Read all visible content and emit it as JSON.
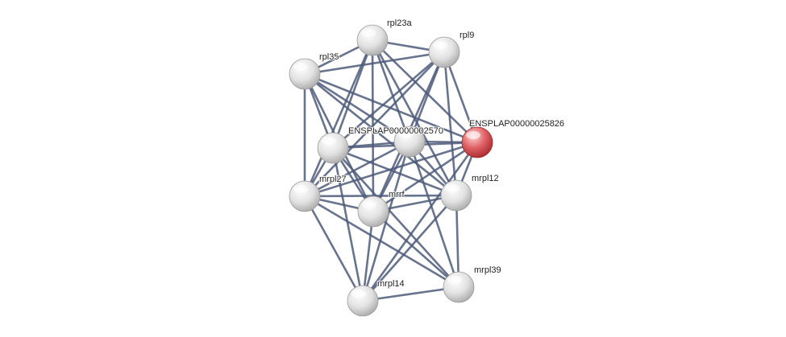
{
  "network": {
    "colors": {
      "edge": "#4e5a7a",
      "node_default": "#d8d8d8",
      "node_query": "#d9555b"
    },
    "nodes": [
      {
        "id": "rpl23a",
        "label": "rpl23a",
        "query": false
      },
      {
        "id": "rpl9",
        "label": "rpl9",
        "query": false
      },
      {
        "id": "rpl35",
        "label": "rpl35",
        "query": false
      },
      {
        "id": "ENSPLAP00000025826",
        "label": "ENSPLAP00000025826",
        "query": true
      },
      {
        "id": "ENSPLAP00000002570",
        "label": "ENSPLAP00000002570",
        "query": false
      },
      {
        "id": "mrpl27_hub",
        "label": "",
        "query": false
      },
      {
        "id": "mrpl27",
        "label": "mrpl27",
        "query": false
      },
      {
        "id": "mrrf",
        "label": "mrrf",
        "query": false
      },
      {
        "id": "mrpl12",
        "label": "mrpl12",
        "query": false
      },
      {
        "id": "mrpl39",
        "label": "mrpl39",
        "query": false
      },
      {
        "id": "mrpl14",
        "label": "mrpl14",
        "query": false
      }
    ],
    "edges": [
      [
        "rpl23a",
        "rpl9"
      ],
      [
        "rpl23a",
        "rpl35"
      ],
      [
        "rpl23a",
        "ENSPLAP00000025826"
      ],
      [
        "rpl23a",
        "ENSPLAP00000002570"
      ],
      [
        "rpl23a",
        "mrpl27_hub"
      ],
      [
        "rpl23a",
        "mrpl27"
      ],
      [
        "rpl23a",
        "mrrf"
      ],
      [
        "rpl23a",
        "mrpl12"
      ],
      [
        "rpl9",
        "rpl35"
      ],
      [
        "rpl9",
        "ENSPLAP00000025826"
      ],
      [
        "rpl9",
        "ENSPLAP00000002570"
      ],
      [
        "rpl9",
        "mrpl27_hub"
      ],
      [
        "rpl9",
        "mrpl27"
      ],
      [
        "rpl9",
        "mrrf"
      ],
      [
        "rpl9",
        "mrpl12"
      ],
      [
        "rpl35",
        "ENSPLAP00000025826"
      ],
      [
        "rpl35",
        "ENSPLAP00000002570"
      ],
      [
        "rpl35",
        "mrpl27_hub"
      ],
      [
        "rpl35",
        "mrpl27"
      ],
      [
        "rpl35",
        "mrrf"
      ],
      [
        "rpl35",
        "mrpl12"
      ],
      [
        "ENSPLAP00000025826",
        "ENSPLAP00000002570"
      ],
      [
        "ENSPLAP00000025826",
        "mrpl27_hub"
      ],
      [
        "ENSPLAP00000025826",
        "mrpl27"
      ],
      [
        "ENSPLAP00000025826",
        "mrrf"
      ],
      [
        "ENSPLAP00000025826",
        "mrpl12"
      ],
      [
        "ENSPLAP00000025826",
        "mrpl14"
      ],
      [
        "ENSPLAP00000002570",
        "mrpl27_hub"
      ],
      [
        "ENSPLAP00000002570",
        "mrpl27"
      ],
      [
        "ENSPLAP00000002570",
        "mrrf"
      ],
      [
        "ENSPLAP00000002570",
        "mrpl12"
      ],
      [
        "ENSPLAP00000002570",
        "mrpl39"
      ],
      [
        "ENSPLAP00000002570",
        "mrpl14"
      ],
      [
        "mrpl27_hub",
        "mrpl27"
      ],
      [
        "mrpl27_hub",
        "mrrf"
      ],
      [
        "mrpl27_hub",
        "mrpl12"
      ],
      [
        "mrpl27_hub",
        "mrpl39"
      ],
      [
        "mrpl27_hub",
        "mrpl14"
      ],
      [
        "mrpl27",
        "mrrf"
      ],
      [
        "mrpl27",
        "mrpl12"
      ],
      [
        "mrpl27",
        "mrpl39"
      ],
      [
        "mrpl27",
        "mrpl14"
      ],
      [
        "mrrf",
        "mrpl12"
      ],
      [
        "mrrf",
        "mrpl39"
      ],
      [
        "mrrf",
        "mrpl14"
      ],
      [
        "mrpl12",
        "mrpl39"
      ],
      [
        "mrpl12",
        "mrpl14"
      ],
      [
        "mrpl39",
        "mrpl14"
      ]
    ]
  }
}
